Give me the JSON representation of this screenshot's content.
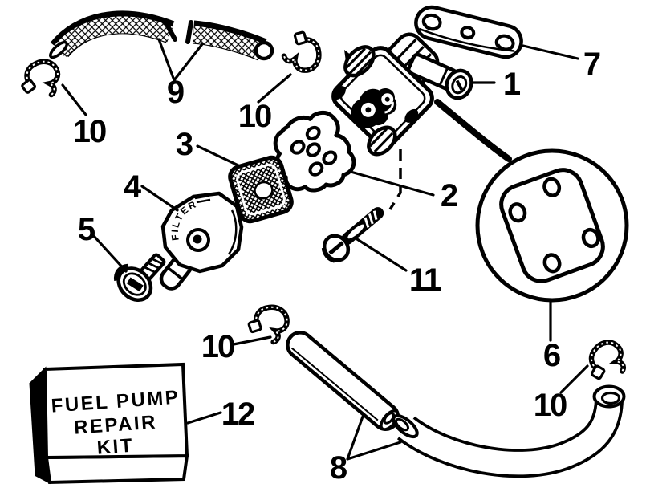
{
  "figure": {
    "background_color": "#ffffff",
    "line_color": "#000000",
    "kit_box": {
      "line1": "FUEL PUMP",
      "line2": "REPAIR",
      "line3": "KIT"
    },
    "filter_cap_text": "FILTER",
    "callouts": {
      "fuel_pump": "1",
      "pump_gasket": "2",
      "filter_screen": "3",
      "filter_cover": "4",
      "cover_screw": "5",
      "mount_gasket_detail": "6",
      "mounting_plate": "7",
      "lower_hoses": "8",
      "upper_hoses": "9",
      "clamp_upper_left": "10",
      "clamp_upper_middle": "10",
      "clamp_middle": "10",
      "clamp_lower_right": "10",
      "pump_bolt": "11",
      "repair_kit": "12"
    }
  }
}
